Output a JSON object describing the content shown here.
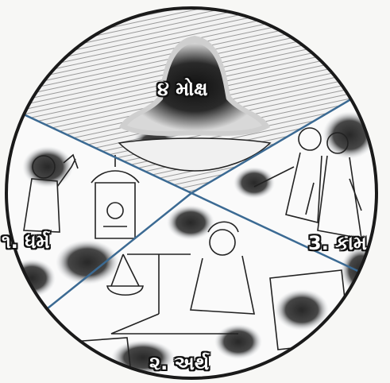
{
  "labels": {
    "moksha": "૪ મોક્ષ",
    "dharma": "૧. ધર્મ",
    "artha": "૨. અર્થ",
    "kama": "3. કામ"
  },
  "colors": {
    "outline": "#1a1a1a",
    "divider": "#3b6a93",
    "ink": "#222222",
    "paper": "#f7f7f5",
    "shadow_fill": "#1c1c1c",
    "hatch": "#9a9a9a"
  },
  "icons": {
    "moksha": "meditating-figure-icon",
    "dharma": "praying-man-temple-icon",
    "artha": "merchant-with-scales-icon",
    "kama": "couple-icon"
  }
}
